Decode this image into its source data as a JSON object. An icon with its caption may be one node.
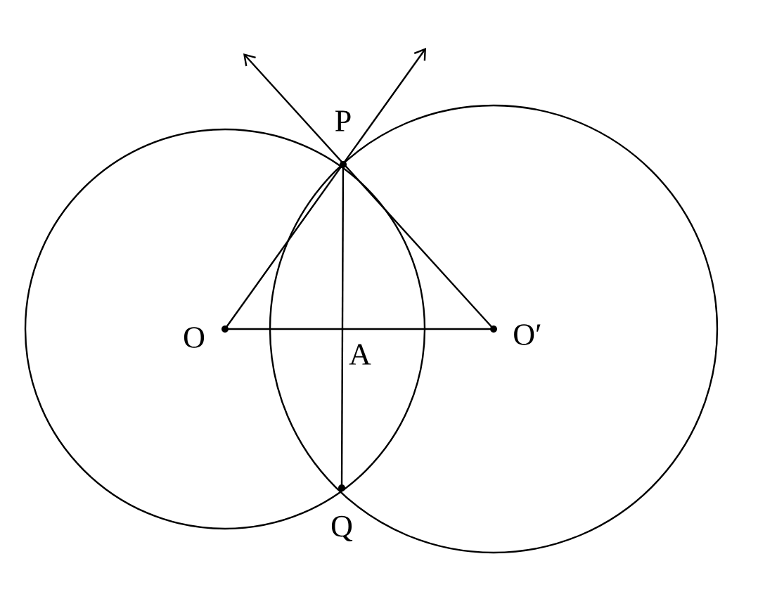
{
  "diagram": {
    "labels": [
      "P",
      "O",
      "O′",
      "A",
      "Q"
    ]
  }
}
